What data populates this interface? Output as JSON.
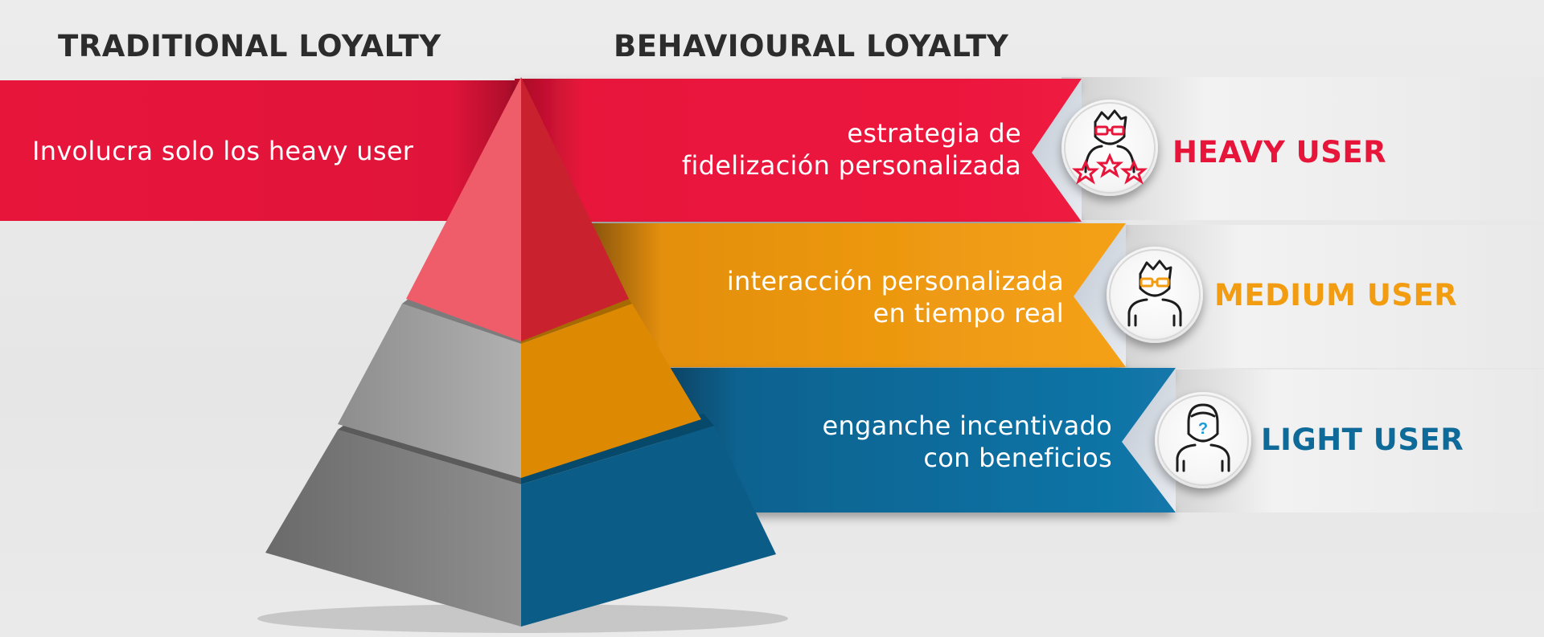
{
  "headings": {
    "traditional": "TRADITIONAL LOYALTY",
    "behavioural": "BEHAVIOURAL LOYALTY"
  },
  "traditional_band": {
    "text": "Involucra solo los heavy user"
  },
  "tiers": [
    {
      "line1": "estrategia de",
      "line2": "fidelización personalizada",
      "label": "HEAVY USER",
      "icon": "heavy-user-icon",
      "color": "#e8153b"
    },
    {
      "line1": "interacción personalizada",
      "line2": "en tiempo real",
      "label": "MEDIUM USER",
      "icon": "medium-user-icon",
      "color": "#f29c11"
    },
    {
      "line1": "enganche incentivado",
      "line2": "con beneficios",
      "label": "LIGHT USER",
      "icon": "light-user-icon",
      "color": "#0e6a99"
    }
  ],
  "colors": {
    "red": "#e8153b",
    "orange": "#f29c11",
    "blue": "#0e6a99",
    "heading": "#2c2c2c"
  }
}
